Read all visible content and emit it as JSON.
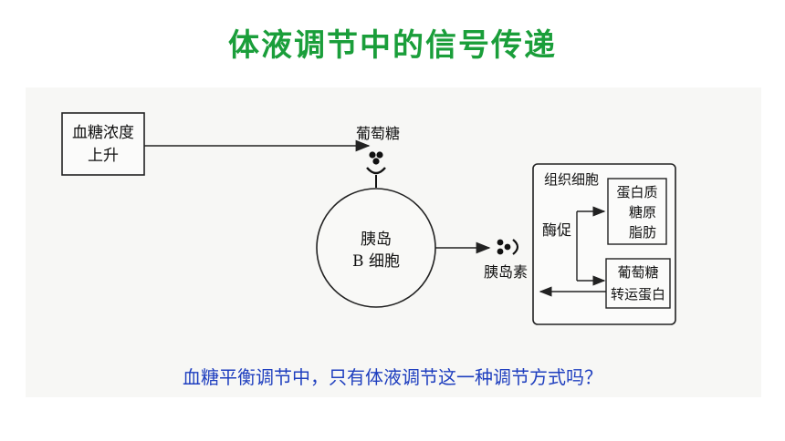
{
  "title": "体液调节中的信号传递",
  "question": "血糖平衡调节中，只有体液调节这一种调节方式吗？",
  "diagram": {
    "stimulus_line1": "血糖浓度",
    "stimulus_line2": "上升",
    "glucose": "葡萄糖",
    "bcell_line1": "胰岛",
    "bcell_line2": "B 细胞",
    "insulin": "胰岛素",
    "tissue_cell": "组织细胞",
    "promote": "酶促",
    "products_line1": "蛋白质",
    "products_line2": "糖原",
    "products_line3": "脂肪",
    "transporter_line1": "葡萄糖",
    "transporter_line2": "转运蛋白"
  },
  "colors": {
    "title": "#1a9e3a",
    "question": "#1f3fbf"
  }
}
